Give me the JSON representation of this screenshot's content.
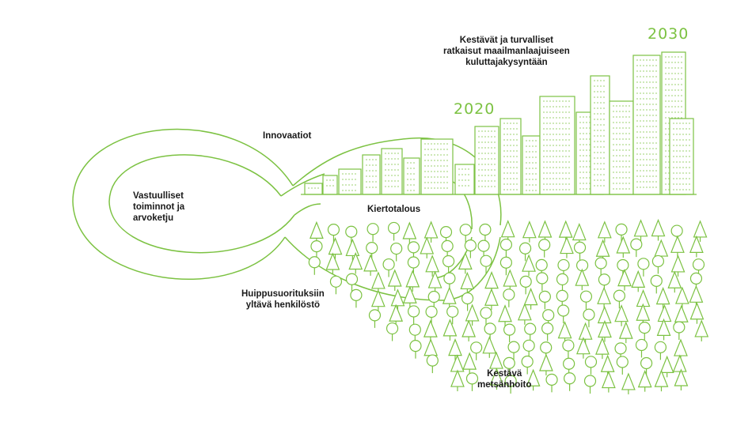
{
  "colors": {
    "accent": "#7cc242",
    "text": "#1a1a1a",
    "background": "#ffffff"
  },
  "labels": {
    "innovations": "Innovaatiot",
    "responsible": "Vastuulliset\ntoiminnot ja\narvoketju",
    "circular": "Kiertotalous",
    "personnel": "Huippusuorituksiin\nyltävä henkilöstö",
    "forestry": "Kestävä\nmetsänhoito",
    "demand": "Kestävät ja turvalliset\nratkaisut maailmanlaajuiseen\nkuluttajakysyntään"
  },
  "years": {
    "start": "2020",
    "end": "2030"
  },
  "icons": [
    "infinity-loop",
    "city-skyline",
    "forest-trees"
  ]
}
